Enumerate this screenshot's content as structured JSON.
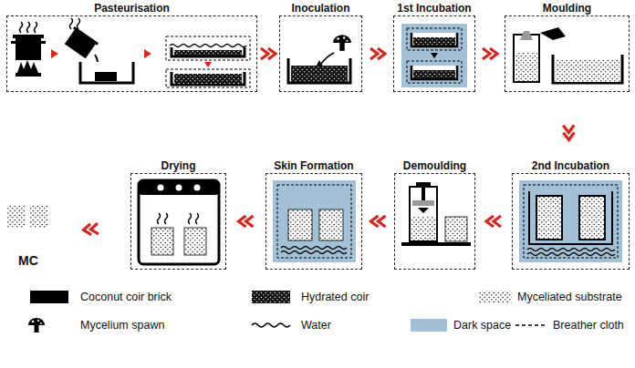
{
  "diagram": {
    "nodes": [
      {
        "text": [
          "Pasteurisation"
        ]
      },
      {
        "text": [
          "Inoculation"
        ]
      },
      {
        "text": [
          "1st Incubation"
        ]
      },
      {
        "text": [
          "Moulding"
        ]
      },
      {
        "text": [
          "2nd Incubation"
        ]
      },
      {
        "text": [
          "Demoulding"
        ]
      },
      {
        "text": [
          "Skin Formation"
        ]
      },
      {
        "text": [
          "Drying"
        ]
      },
      {
        "text": [
          "MC"
        ]
      }
    ],
    "edges": [
      {
        "from": 0,
        "to": 1,
        "arrow": "to"
      },
      {
        "from": 1,
        "to": 2,
        "arrow": "to"
      },
      {
        "from": 2,
        "to": 3,
        "arrow": "to"
      },
      {
        "from": 3,
        "to": 4,
        "arrow": "to"
      },
      {
        "from": 4,
        "to": 5,
        "arrow": "to"
      },
      {
        "from": 5,
        "to": 6,
        "arrow": "to"
      },
      {
        "from": 6,
        "to": 7,
        "arrow": "to"
      },
      {
        "from": 7,
        "to": 8,
        "arrow": "to"
      }
    ],
    "legend": [
      {
        "text": "Coconut coir brick",
        "color": "#000000"
      },
      {
        "text": "Hydrated coir"
      },
      {
        "text": "Myceliated substrate"
      },
      {
        "text": "Mycelium spawn"
      },
      {
        "text": "Water"
      },
      {
        "text": "Dark space",
        "color": "#a3c1d6"
      },
      {
        "text": "Breather cloth"
      }
    ]
  }
}
